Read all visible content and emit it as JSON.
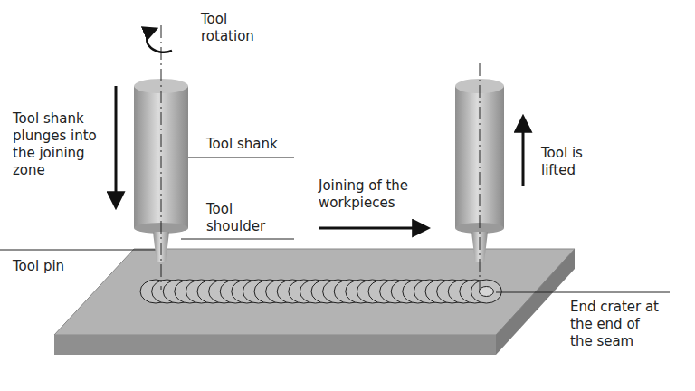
{
  "diagram": {
    "labels": [
      "Tool rotation",
      "Tool shank plunges into the joining zone",
      "Tool shank",
      "Tool shoulder",
      "Tool pin",
      "Joining of the workpieces",
      "Tool is lifted",
      "End crater at the end of the seam"
    ]
  }
}
